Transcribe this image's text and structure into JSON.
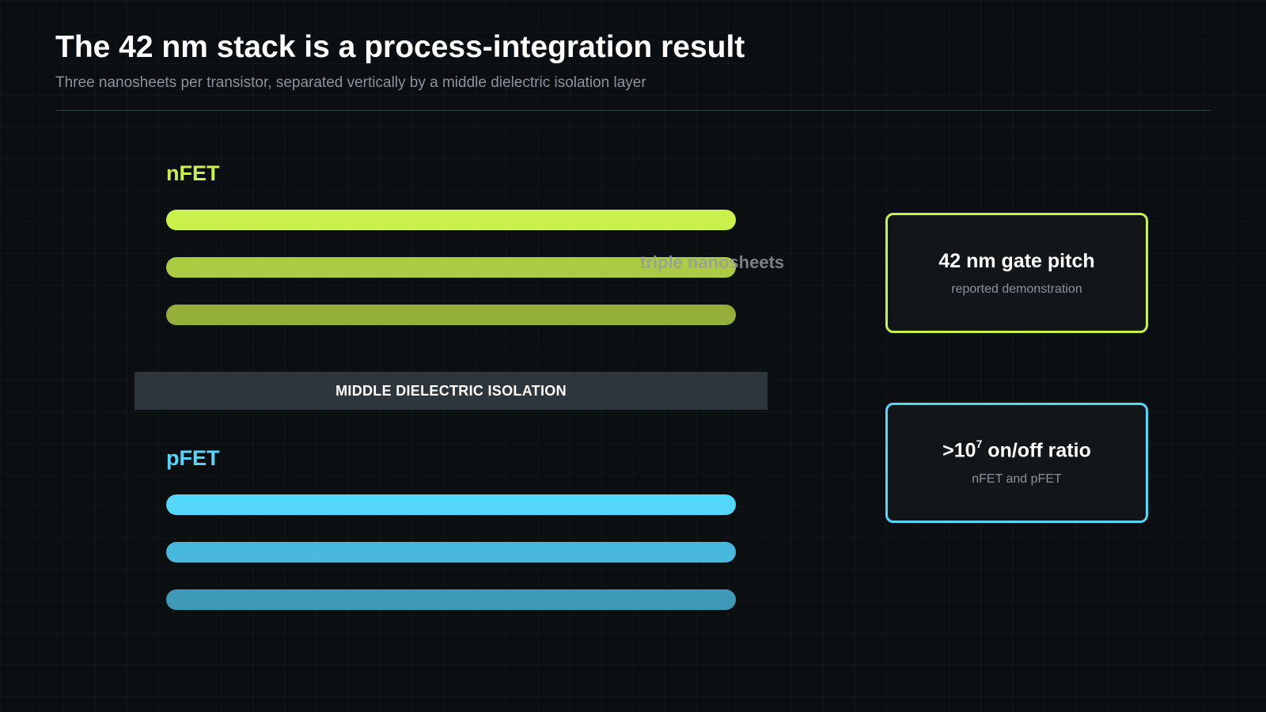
{
  "header": {
    "title": "The 42 nm stack is a process-integration result",
    "subtitle": "Three nanosheets per transistor, separated vertically by a middle dielectric isolation layer"
  },
  "diagram": {
    "nfet": {
      "label": "nFET",
      "color": "#c9f04b",
      "sheet_colors": [
        "#c9f04b",
        "#abcc40",
        "#94b03a"
      ]
    },
    "triple_label": "triple nanosheets",
    "isolation_label": "MIDDLE DIELECTRIC ISOLATION",
    "pfet": {
      "label": "pFET",
      "color": "#55d6fb",
      "sheet_colors": [
        "#55d6fb",
        "#48b9dc",
        "#3e9ab8"
      ]
    }
  },
  "cards": {
    "pitch": {
      "title": "42 nm gate pitch",
      "subtitle": "reported demonstration",
      "border_color": "#c9f04b"
    },
    "ratio": {
      "title_prefix": ">10",
      "title_exponent": "7",
      "title_suffix": " on/off ratio",
      "subtitle": "nFET and pFET",
      "border_color": "#55d6fb"
    }
  }
}
